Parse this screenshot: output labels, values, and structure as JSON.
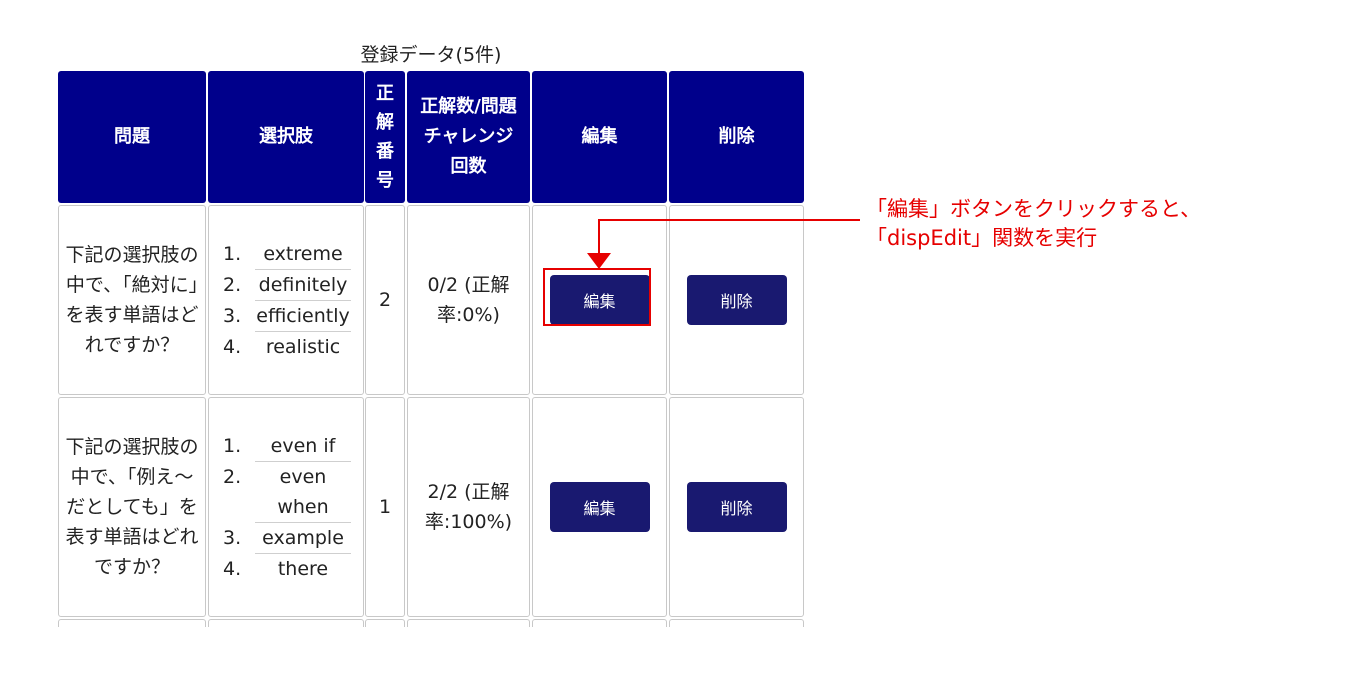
{
  "caption": "登録データ(5件)",
  "headers": {
    "question": "問題",
    "choices": "選択肢",
    "answer_chars": [
      "正",
      "解",
      "番",
      "号"
    ],
    "stats": "正解数/問題チャレンジ回数",
    "edit": "編集",
    "delete": "削除"
  },
  "rows": [
    {
      "question": "下記の選択肢の中で、「絶対に」を表す単語はどれですか？",
      "choices": [
        {
          "num": "1.",
          "text": "extreme"
        },
        {
          "num": "2.",
          "text": "definitely"
        },
        {
          "num": "3.",
          "text": "efficiently"
        },
        {
          "num": "4.",
          "text": "realistic"
        }
      ],
      "answer": "2",
      "stats": "0/2 (正解率:0%)",
      "edit_label": "編集",
      "delete_label": "削除"
    },
    {
      "question": "下記の選択肢の中で、「例え～だとしても」を表す単語はどれですか？",
      "choices": [
        {
          "num": "1.",
          "text": "even if"
        },
        {
          "num": "2.",
          "text": "even when"
        },
        {
          "num": "3.",
          "text": "example"
        },
        {
          "num": "4.",
          "text": "there"
        }
      ],
      "answer": "1",
      "stats": "2/2 (正解率:100%)",
      "edit_label": "編集",
      "delete_label": "削除"
    }
  ],
  "annotation": {
    "line1": "「編集」ボタンをクリックすると、",
    "line2": "「dispEdit」関数を実行",
    "color": "#e60000"
  },
  "colors": {
    "header_bg": "#00008b",
    "button_bg": "#191970",
    "cell_border": "#c8c8c8"
  }
}
